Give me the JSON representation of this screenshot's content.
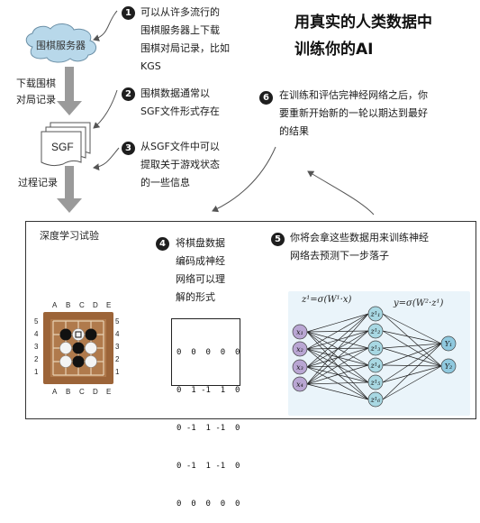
{
  "title_lines": [
    "用真实的人类数据中",
    "训练你的AI"
  ],
  "server_label": "围棋服务器",
  "sgf_label": "SGF",
  "left_labels": {
    "download": [
      "下载围棋",
      "对局记录"
    ],
    "process": "过程记录"
  },
  "notes": [
    {
      "num": "1",
      "lines": [
        "可以从许多流行的",
        "围棋服务器上下载",
        "围棋对局记录，比如",
        "KGS"
      ]
    },
    {
      "num": "2",
      "lines": [
        "围棋数据通常以",
        "SGF文件形式存在"
      ]
    },
    {
      "num": "3",
      "lines": [
        "从SGF文件中可以",
        "提取关于游戏状态",
        "的一些信息"
      ]
    },
    {
      "num": "6",
      "lines": [
        "在训练和评估完神经网络之后，你",
        "要重新开始新的一轮以期达到最好",
        "的结果"
      ]
    }
  ],
  "panel": {
    "title": "深度学习试验",
    "note4": {
      "num": "4",
      "lines": [
        "将棋盘数据",
        "编码成神经",
        "网络可以理",
        "解的形式"
      ]
    },
    "note5": {
      "num": "5",
      "lines": [
        "你将会拿这些数据用来训练神经",
        "网络去预测下一步落子"
      ]
    },
    "board_cols": [
      "A",
      "B",
      "C",
      "D",
      "E"
    ],
    "board_rows": [
      "5",
      "4",
      "3",
      "2",
      "1"
    ],
    "matrix_rows": [
      "0  0  0  0  0",
      "0  1 -1  1  0",
      "0 -1  1 -1  0",
      "0 -1  1 -1  0",
      "0  0  0  0  0"
    ],
    "formula_left": "z¹=σ(W¹·x)",
    "formula_right": "y=σ(W²·z¹)",
    "inputs": [
      "x₁",
      "x₂",
      "x₃",
      "x₄"
    ],
    "hidden": [
      "z¹₁",
      "z¹₂",
      "z¹₃",
      "z¹₄",
      "z¹₅",
      "z¹₆"
    ],
    "outputs": [
      "Y₁",
      "Y₂"
    ]
  },
  "colors": {
    "cloud_fill": "#b8d8ea",
    "input_node": "#b9a6d3",
    "hidden_node": "#a8d8e3",
    "output_node": "#8fc9df",
    "arrow_gray": "#9a9a9a",
    "board_wood": "#9c6438"
  }
}
